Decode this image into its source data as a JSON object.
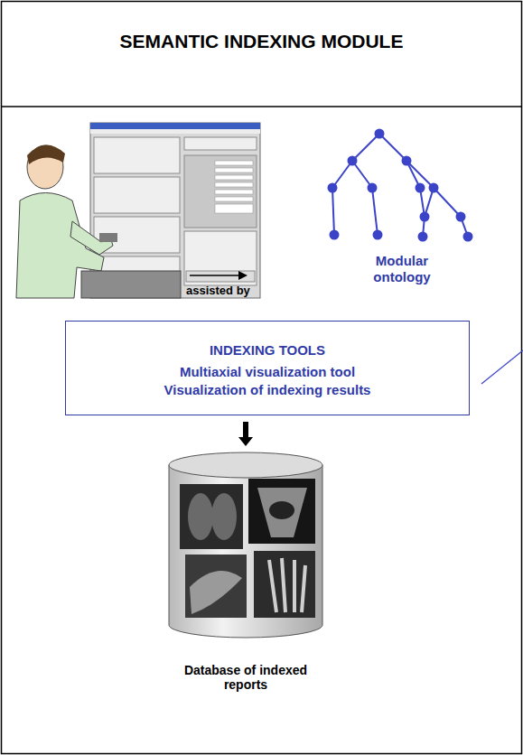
{
  "diagram": {
    "title": "SEMANTIC INDEXING MODULE",
    "nodes": [
      {
        "text": [
          "Modular ontology"
        ]
      },
      {
        "text": [
          "INDEXING TOOLS",
          "Multiaxial visualization tool",
          "Visualization of indexing results"
        ]
      },
      {
        "text": [
          "Database of indexed reports"
        ]
      }
    ],
    "edges": [
      {
        "from": 1,
        "to": 2,
        "arrow": "to"
      }
    ],
    "labels": [
      "assisted by"
    ]
  }
}
